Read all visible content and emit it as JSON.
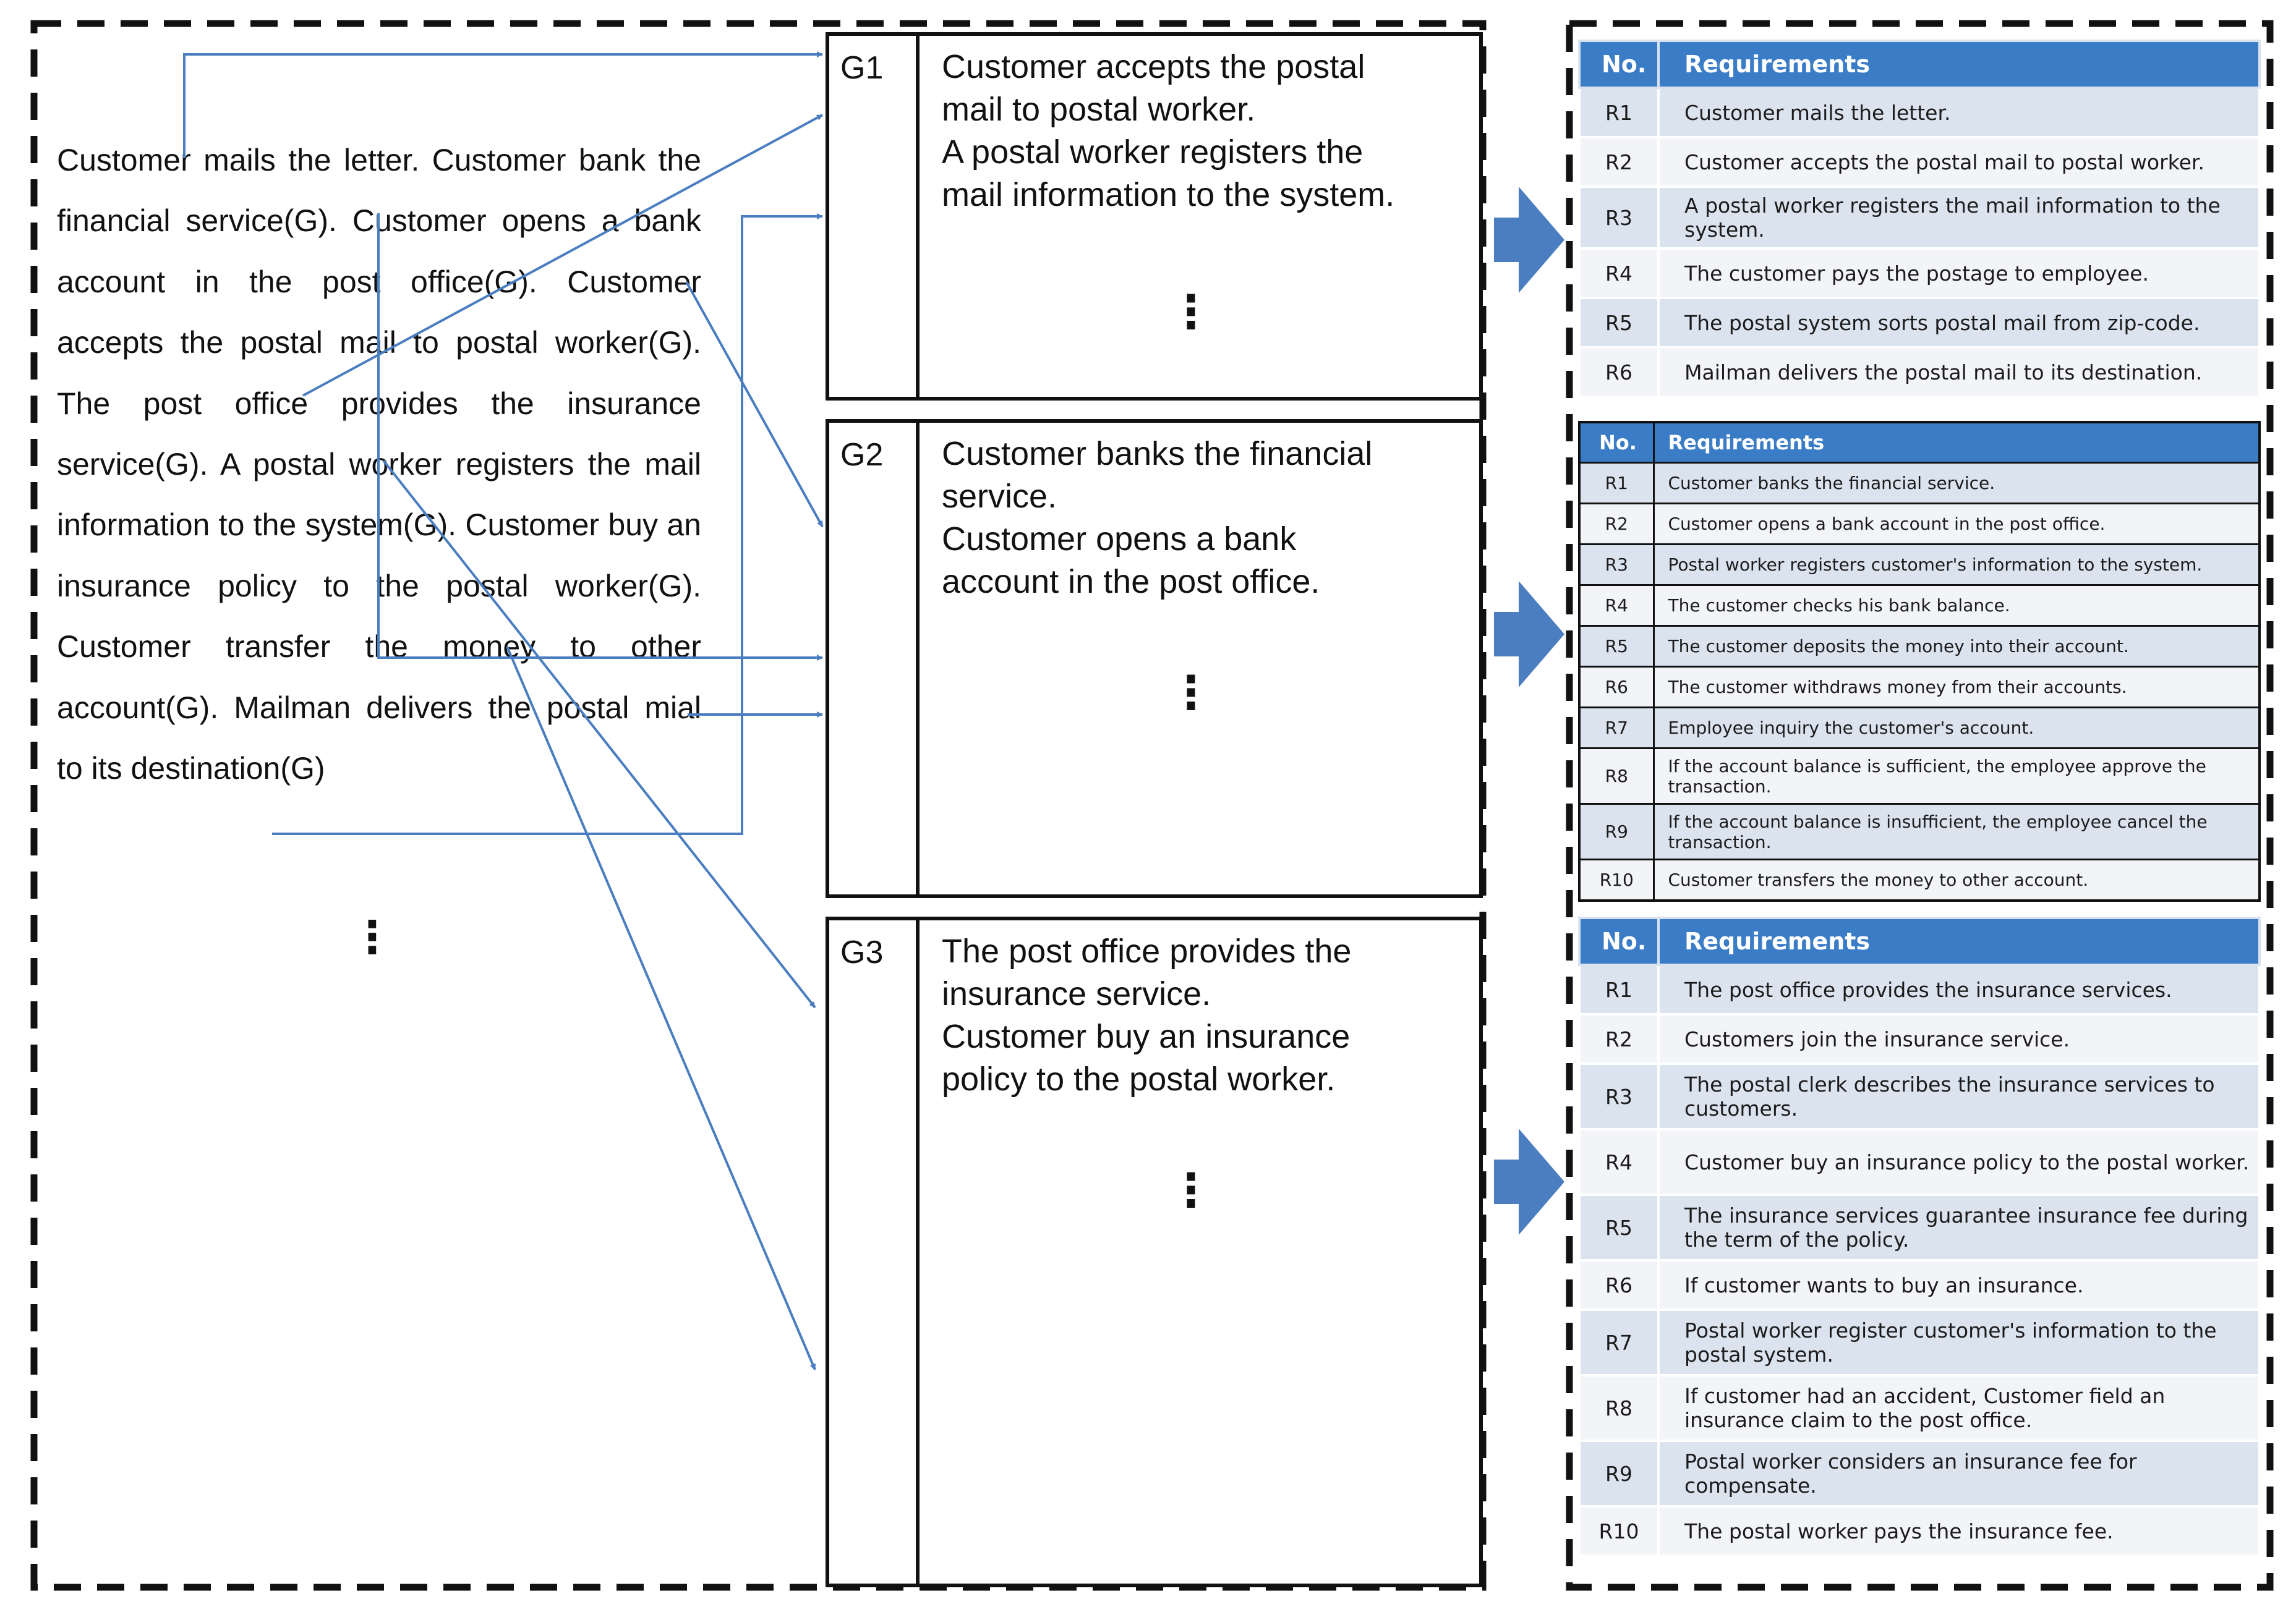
{
  "narrative": {
    "sentences": [
      "Customer mails the letter.",
      "Customer bank the financial service(G).",
      "Customer opens a bank account in the post office(G).",
      "Customer accepts the postal mail to postal worker(G).",
      "The post office provides the insurance service(G).",
      "A postal worker registers the mail information to the system(G).",
      "Customer buy an insurance policy to the postal worker(G).",
      "Customer transfer the money to other account(G).",
      "Mailman delivers the postal mial to its destination(G)"
    ],
    "ellipsis": "⋮"
  },
  "groups": [
    {
      "id": "G1",
      "lines": [
        "Customer accepts the postal",
        "mail to postal worker.",
        "A postal worker registers the",
        "mail information to the system."
      ],
      "ellipsis": "⋮"
    },
    {
      "id": "G2",
      "lines": [
        "Customer banks the financial",
        "service.",
        "Customer opens a bank",
        "account in the post office."
      ],
      "ellipsis": "⋮"
    },
    {
      "id": "G3",
      "lines": [
        "The post office provides the",
        "insurance service.",
        "Customer buy an insurance",
        "policy to the postal worker."
      ],
      "ellipsis": "⋮"
    }
  ],
  "tables": [
    {
      "header": {
        "no": "No.",
        "req": "Requirements"
      },
      "rows": [
        {
          "no": "R1",
          "text": "Customer mails the letter."
        },
        {
          "no": "R2",
          "text": "Customer accepts the postal mail to postal worker."
        },
        {
          "no": "R3",
          "text": "A postal worker registers the mail information to the system."
        },
        {
          "no": "R4",
          "text": "The customer pays the postage to employee."
        },
        {
          "no": "R5",
          "text": "The postal system sorts postal mail from zip-code."
        },
        {
          "no": "R6",
          "text": "Mailman delivers the postal mail to its destination."
        }
      ]
    },
    {
      "header": {
        "no": "No.",
        "req": "Requirements"
      },
      "rows": [
        {
          "no": "R1",
          "text": "Customer banks the financial service."
        },
        {
          "no": "R2",
          "text": "Customer opens a bank account in the post office."
        },
        {
          "no": "R3",
          "text": "Postal worker registers customer's information to the system."
        },
        {
          "no": "R4",
          "text": "The customer checks his bank balance."
        },
        {
          "no": "R5",
          "text": "The customer deposits the money into their account."
        },
        {
          "no": "R6",
          "text": "The customer withdraws money from their accounts."
        },
        {
          "no": "R7",
          "text": "Employee inquiry the customer's account."
        },
        {
          "no": "R8",
          "text": "If the account balance is sufficient, the employee approve the transaction."
        },
        {
          "no": "R9",
          "text": "If the account balance is insufficient, the employee cancel the transaction."
        },
        {
          "no": "R10",
          "text": "Customer transfers the money to other account."
        }
      ]
    },
    {
      "header": {
        "no": "No.",
        "req": "Requirements"
      },
      "rows": [
        {
          "no": "R1",
          "text": "The post office provides the insurance services."
        },
        {
          "no": "R2",
          "text": "Customers join the insurance service."
        },
        {
          "no": "R3",
          "text": "The postal clerk describes the insurance services to customers."
        },
        {
          "no": "R4",
          "text": "Customer buy an insurance policy to the postal worker."
        },
        {
          "no": "R5",
          "text": "The insurance services guarantee insurance fee during the term of the policy."
        },
        {
          "no": "R6",
          "text": "If customer wants to buy an insurance."
        },
        {
          "no": "R7",
          "text": "Postal worker register customer's information to the postal system."
        },
        {
          "no": "R8",
          "text": "If customer had an accident, Customer field an insurance claim to the post office."
        },
        {
          "no": "R9",
          "text": "Postal worker considers an insurance fee for compensate."
        },
        {
          "no": "R10",
          "text": "The postal worker pays the insurance fee."
        }
      ]
    }
  ],
  "colors": {
    "connector": "#4a7ec0",
    "header_fill": "#3b7cc6",
    "row_fill_dark": "#dbe3ef",
    "row_fill_light": "#f2f4f8",
    "big_arrow": "#4a7ec0"
  }
}
